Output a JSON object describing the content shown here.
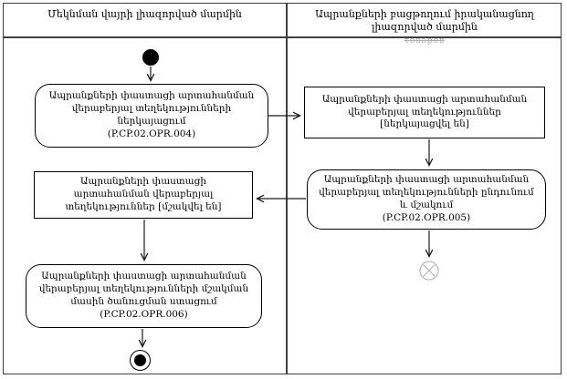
{
  "diagram": {
    "lanes": {
      "departure": {
        "title": "Մեկնման վայրի լիազորված մարմին"
      },
      "release": {
        "title": "Ապրանքների բացթողում իրականացնող լիազորված մարմին",
        "struck_word": "товаров"
      }
    },
    "nodes": {
      "submit_export_info": {
        "text": "Ապրանքների փաստացի արտահանման վերաբերյալ տեղեկությունների ներկայացում",
        "code": "(P.CP.02.OPR.004)"
      },
      "export_info_submitted": {
        "text": "Ապրանքների փաստացի արտահանման վերաբերյալ տեղեկություններ",
        "state": "[ներկայացվել են]"
      },
      "receive_process_export_info": {
        "text": "Ապրանքների փաստացի արտահանման վերաբերյալ տեղեկությունների ընդունում և մշակում",
        "code": "(P.CP.02.OPR.005)"
      },
      "export_info_processed": {
        "text": "Ապրանքների փաստացի արտահանման վերաբերյալ տեղեկություններ",
        "state": "[մշակվել են]"
      },
      "receive_processing_notification": {
        "text": "Ապրանքների փաստացի արտահանման վերաբերյալ տեղեկությունների մշակման մասին ծանուցման ստացում",
        "code": "(P.CP.02.OPR.006)"
      }
    },
    "colors": {
      "line": "#000000",
      "frame": "#3f3f3f",
      "faded_text": "#b0b0b0",
      "background": "#ffffff"
    }
  }
}
